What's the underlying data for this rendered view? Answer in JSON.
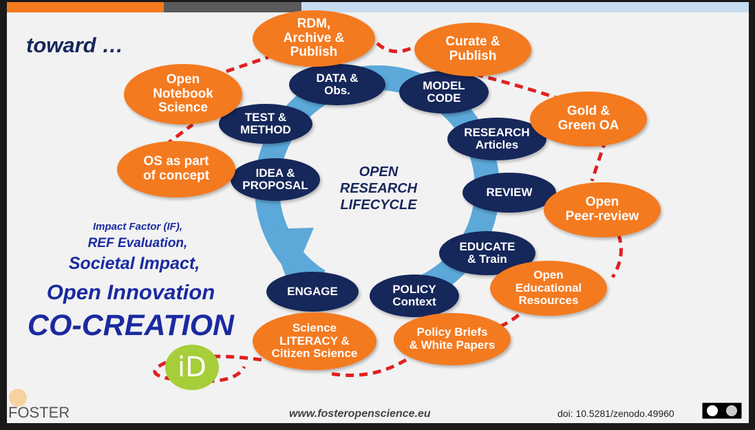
{
  "colors": {
    "orange": "#f47a20",
    "navy": "#16275a",
    "arrow": "#5ba8d9",
    "dash": "#e02020",
    "orcid": "#a6ce39"
  },
  "heading": "toward …",
  "center_label": "OPEN\nRESEARCH\nLIFECYCLE",
  "navy_nodes": {
    "data_obs": "DATA &\nObs.",
    "model_code": "MODEL\nCODE",
    "test_method": "TEST &\nMETHOD",
    "research_articles": "RESEARCH\nArticles",
    "idea_proposal": "IDEA &\nPROPOSAL",
    "review": "REVIEW",
    "educate_train": "EDUCATE\n& Train",
    "engage": "ENGAGE",
    "policy_context": "POLICY\nContext"
  },
  "orange_nodes": {
    "rdm": "RDM,\nArchive &\nPublish",
    "curate": "Curate &\nPublish",
    "open_notebook": "Open\nNotebook\nScience",
    "gold_green": "Gold &\nGreen OA",
    "os_concept": "OS as part\nof concept",
    "open_peer_review": "Open\nPeer-review",
    "oer": "Open\nEducational\nResources",
    "policy_briefs": "Policy Briefs\n& White Papers",
    "science_literacy": "Science\nLITERACY &\nCitizen Science"
  },
  "impact": {
    "line1": "Impact Factor (IF),",
    "line2": "REF Evaluation,",
    "line3": "Societal Impact,",
    "line4": "Open Innovation",
    "line5": "CO-CREATION"
  },
  "orcid_mark": "iD",
  "footer": {
    "logo": "FOSTER",
    "url": "www.fosteropenscience.eu",
    "doi": "doi: 10.5281/zenodo.49960",
    "license_icon": "cc-by-icon"
  }
}
